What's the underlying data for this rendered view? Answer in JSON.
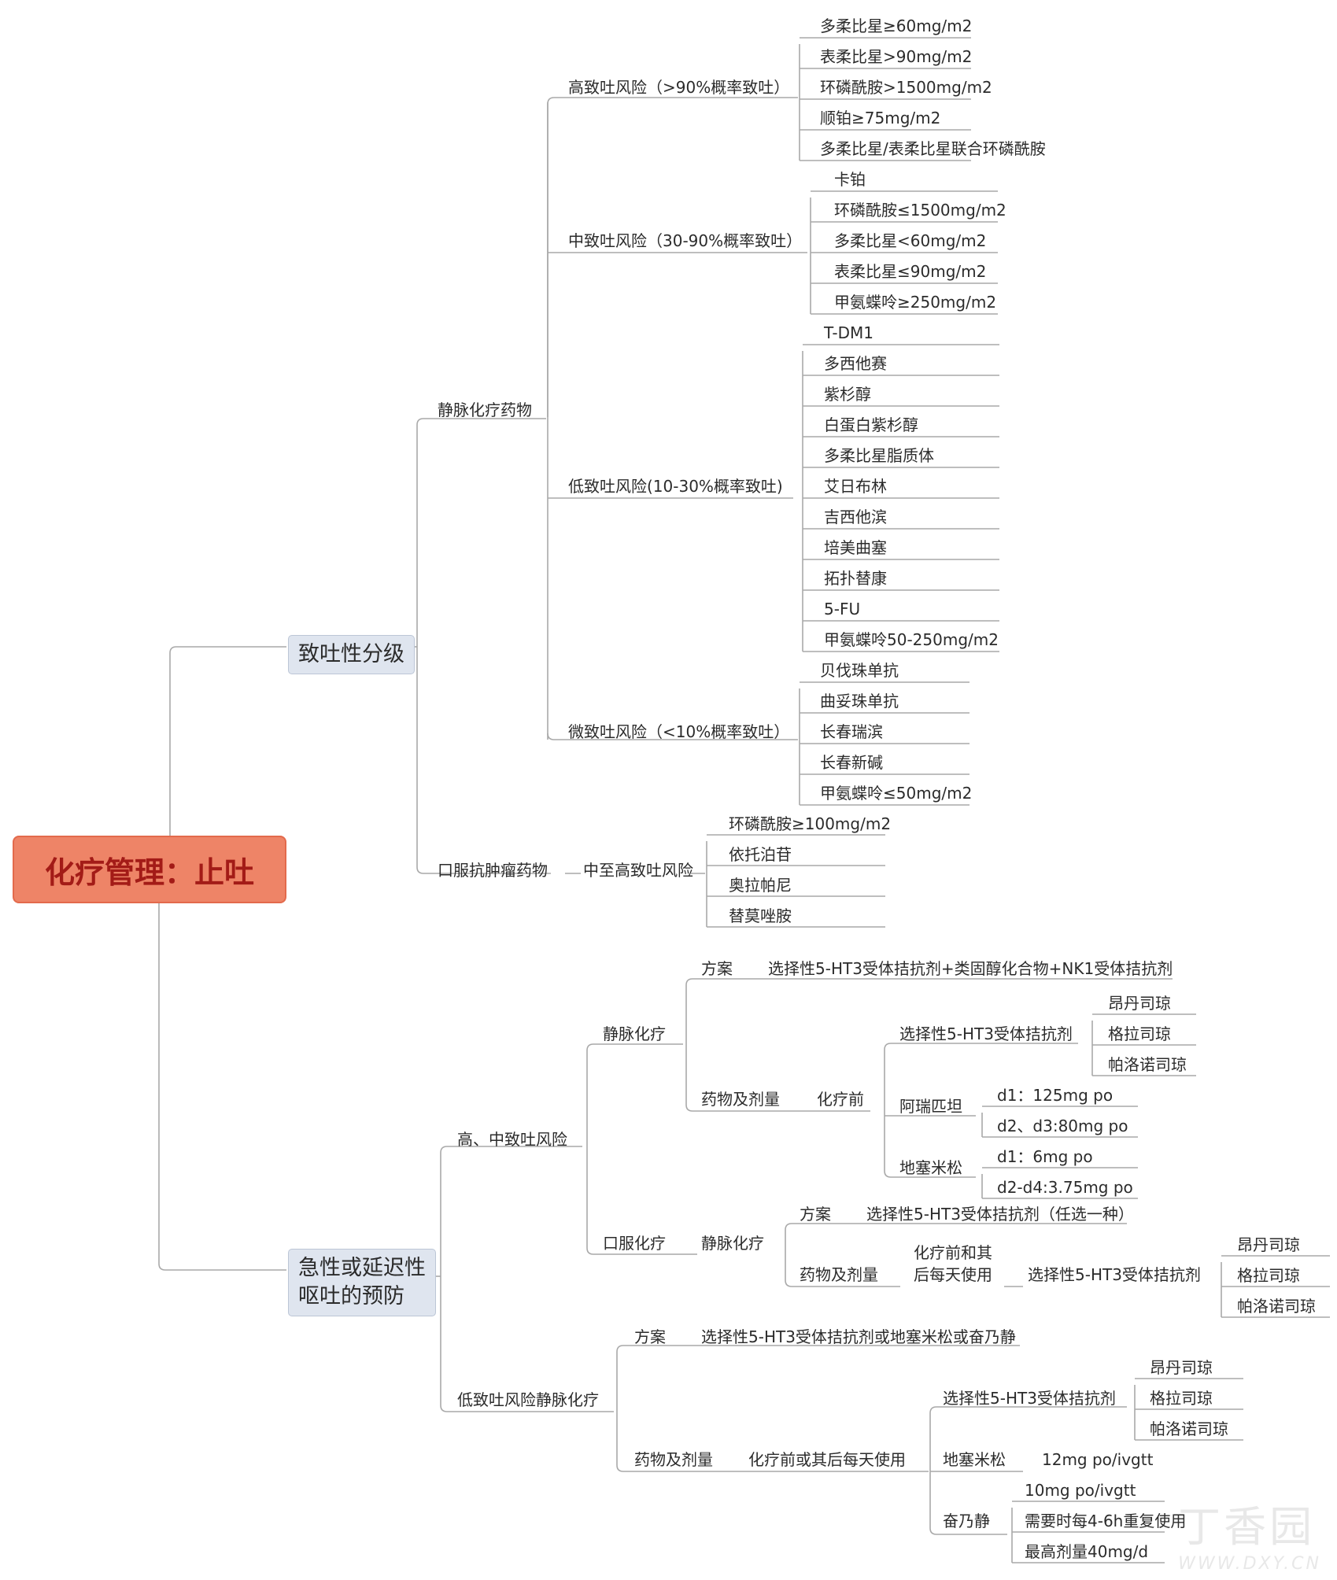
{
  "root": "化疗管理：止吐",
  "branch_a": {
    "title": "致吐性分级",
    "iv": {
      "label": "静脉化疗药物",
      "high": {
        "label": "高致吐风险（>90%概率致吐）",
        "items": [
          "多柔比星≥60mg/m2",
          "表柔比星>90mg/m2",
          "环磷酰胺>1500mg/m2",
          "顺铂≥75mg/m2",
          "多柔比星/表柔比星联合环磷酰胺"
        ]
      },
      "mid": {
        "label": "中致吐风险（30-90%概率致吐）",
        "items": [
          "卡铂",
          "环磷酰胺≤1500mg/m2",
          "多柔比星<60mg/m2",
          "表柔比星≤90mg/m2",
          "甲氨蝶呤≥250mg/m2"
        ]
      },
      "low": {
        "label": "低致吐风险(10-30%概率致吐)",
        "items": [
          "T-DM1",
          "多西他赛",
          "紫杉醇",
          "白蛋白紫杉醇",
          "多柔比星脂质体",
          "艾日布林",
          "吉西他滨",
          "培美曲塞",
          "拓扑替康",
          "5-FU",
          "甲氨蝶呤50-250mg/m2"
        ]
      },
      "minimal": {
        "label": "微致吐风险（<10%概率致吐）",
        "items": [
          "贝伐珠单抗",
          "曲妥珠单抗",
          "长春瑞滨",
          "长春新碱",
          "甲氨蝶呤≤50mg/m2"
        ]
      }
    },
    "oral": {
      "label": "口服抗肿瘤药物",
      "risk": {
        "label": "中至高致吐风险",
        "items": [
          "环磷酰胺≥100mg/m2",
          "依托泊苷",
          "奥拉帕尼",
          "替莫唑胺"
        ]
      }
    }
  },
  "branch_b": {
    "title_line1": "急性或延迟性",
    "title_line2": "呕吐的预防",
    "hm": {
      "label": "高、中致吐风险",
      "iv": {
        "label": "静脉化疗",
        "plan_label": "方案",
        "plan_text": "选择性5-HT3受体拮抗剂+类固醇化合物+NK1受体拮抗剂",
        "dose_label": "药物及剂量",
        "pre_label": "化疗前",
        "ht3": {
          "label": "选择性5-HT3受体拮抗剂",
          "items": [
            "昂丹司琼",
            "格拉司琼",
            "帕洛诺司琼"
          ]
        },
        "aprepitant": {
          "label": "阿瑞匹坦",
          "items": [
            "d1：125mg po",
            "d2、d3:80mg po"
          ]
        },
        "dexa": {
          "label": "地塞米松",
          "items": [
            "d1：6mg po",
            "d2-d4:3.75mg po"
          ]
        }
      },
      "oral": {
        "label": "口服化疗",
        "iv_label": "静脉化疗",
        "plan_label": "方案",
        "plan_text": "选择性5-HT3受体拮抗剂（任选一种）",
        "dose_label": "药物及剂量",
        "timing_line1": "化疗前和其",
        "timing_line2": "后每天使用",
        "ht3": {
          "label": "选择性5-HT3受体拮抗剂",
          "items": [
            "昂丹司琼",
            "格拉司琼",
            "帕洛诺司琼"
          ]
        }
      }
    },
    "low": {
      "label": "低致吐风险静脉化疗",
      "plan_label": "方案",
      "plan_text": "选择性5-HT3受体拮抗剂或地塞米松或奋乃静",
      "dose_label": "药物及剂量",
      "timing": "化疗前或其后每天使用",
      "ht3": {
        "label": "选择性5-HT3受体拮抗剂",
        "items": [
          "昂丹司琼",
          "格拉司琼",
          "帕洛诺司琼"
        ]
      },
      "dexa": {
        "label": "地塞米松",
        "dose": "12mg po/ivgtt"
      },
      "perphenazine": {
        "label": "奋乃静",
        "items": [
          "10mg po/ivgtt",
          "需要时每4-6h重复使用",
          "最高剂量40mg/d"
        ]
      }
    }
  },
  "watermark": {
    "brand": "丁香园",
    "site": "WWW.DXY.CN"
  },
  "colors": {
    "root_fill": "#ee8467",
    "root_text": "#a31b17",
    "major_fill": "#dfe5ef",
    "line": "#a9a9a9"
  }
}
